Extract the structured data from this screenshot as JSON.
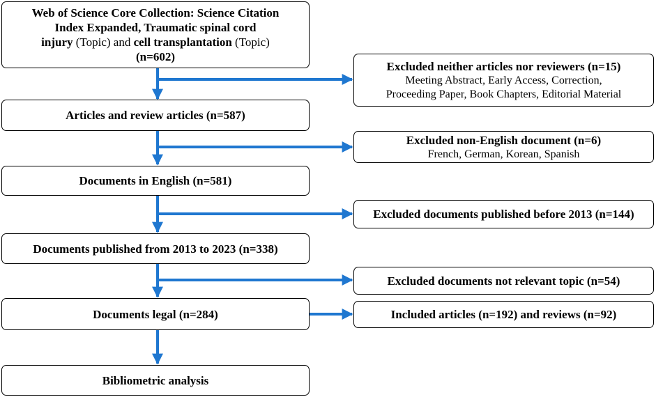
{
  "flowchart": {
    "source": {
      "line1": "Web of Science Core Collection: Science Citation",
      "line2": "Index Expanded, Traumatic spinal cord",
      "term1": "injury",
      "tag1": " (Topic) and ",
      "term2": "cell transplantation",
      "tag2": " (Topic)",
      "count": "(n=602)"
    },
    "articles_reviews": "Articles and review articles (n=587)",
    "english": "Documents in English (n=581)",
    "published": "Documents published from 2013 to 2023 (n=338)",
    "legal": "Documents legal (n=284)",
    "bibliometric": "Bibliometric analysis",
    "excluded_types": {
      "title": "Excluded neither articles nor reviewers (n=15)",
      "line1": "Meeting Abstract, Early Access, Correction,",
      "line2": "Proceeding Paper, Book Chapters, Editorial Material"
    },
    "excluded_language": {
      "title": "Excluded non-English document (n=6)",
      "line1": "French, German, Korean, Spanish"
    },
    "excluded_before": "Excluded documents published before 2013 (n=144)",
    "excluded_topic": "Excluded documents not relevant topic (n=54)",
    "included": "Included articles (n=192) and reviews (n=92)"
  },
  "colors": {
    "arrow": "#1f77d0",
    "border": "#000000"
  }
}
